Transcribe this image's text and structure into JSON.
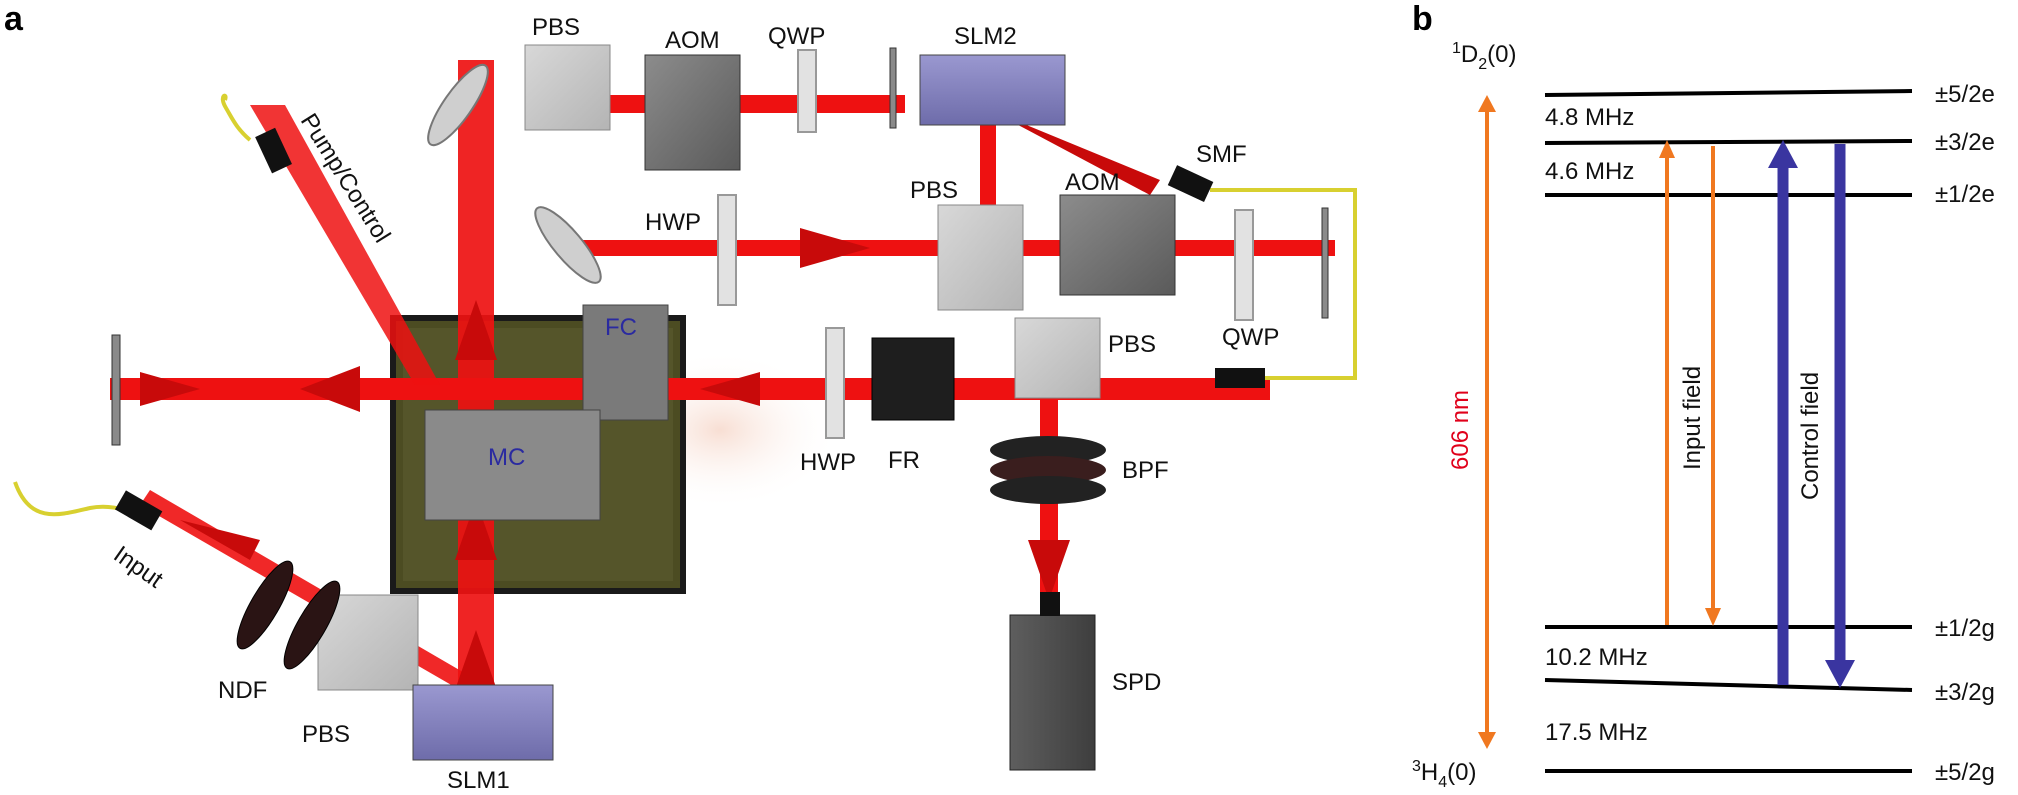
{
  "panels": {
    "a": "a",
    "b": "b"
  },
  "setup_labels": {
    "pbs_top": "PBS",
    "aom_top": "AOM",
    "qwp_top": "QWP",
    "slm2": "SLM2",
    "smf": "SMF",
    "pump_control": "Pump/Control",
    "hwp_mid": "HWP",
    "pbs_mid": "PBS",
    "aom_mid": "AOM",
    "fc": "FC",
    "qwp_right": "QWP",
    "pbs_right": "PBS",
    "mc": "MC",
    "hwp_low": "HWP",
    "fr": "FR",
    "bpf": "BPF",
    "input": "Input",
    "ndf": "NDF",
    "pbs_low": "PBS",
    "slm1": "SLM1",
    "spd": "SPD"
  },
  "level_diagram": {
    "upper_state_sup": "1",
    "upper_state": "D",
    "upper_state_sub": "2",
    "upper_state_tail": "(0)",
    "lower_state_sup": "3",
    "lower_state": "H",
    "lower_state_sub": "4",
    "lower_state_tail": "(0)",
    "wavelength": "606 nm",
    "excited_levels": [
      "±5/2e",
      "±3/2e",
      "±1/2e"
    ],
    "ground_levels": [
      "±1/2g",
      "±3/2g",
      "±5/2g"
    ],
    "splittings": [
      "4.8 MHz",
      "4.6 MHz",
      "10.2 MHz",
      "17.5 MHz"
    ],
    "input_field": "Input field",
    "control_field": "Control field"
  },
  "colors": {
    "beam": "#ee1111",
    "input_arrow": "#f07820",
    "control_arrow": "#3a35a0",
    "slm": "#7a78b8",
    "fiber": "#d8d030",
    "crystal_box": "#4a4a22"
  }
}
